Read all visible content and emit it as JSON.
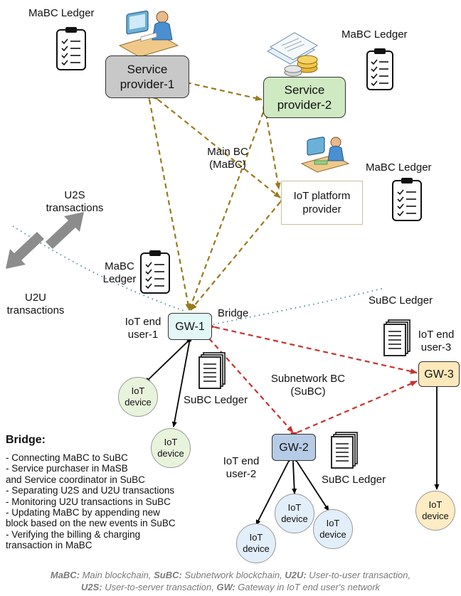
{
  "ledgers": {
    "mabc_sp1": "MaBC Ledger",
    "mabc_sp2": "MaBC Ledger",
    "mabc_iot": "MaBC Ledger",
    "mabc_gw1_line1": "MaBC",
    "mabc_gw1_line2": "Ledger",
    "subc_top": "SuBC Ledger",
    "subc_gw1": "SuBC Ledger",
    "subc_gw2": "SuBC Ledger"
  },
  "nodes": {
    "sp1_line1": "Service",
    "sp1_line2": "provider-1",
    "sp2_line1": "Service",
    "sp2_line2": "provider-2",
    "iotp_line1": "IoT platform",
    "iotp_line2": "provider",
    "gw1": "GW-1",
    "gw2": "GW-2",
    "gw3": "GW-3"
  },
  "labels": {
    "main_bc_line1": "Main BC",
    "main_bc_line2": "(MaBC)",
    "sub_bc_line1": "Subnetwork BC",
    "sub_bc_line2": "(SuBC)",
    "u2s_line1": "U2S",
    "u2s_line2": "transactions",
    "u2u_line1": "U2U",
    "u2u_line2": "transactions",
    "bridge": "Bridge",
    "user1_line1": "IoT end",
    "user1_line2": "user-1",
    "user2_line1": "IoT end",
    "user2_line2": "user-2",
    "user3_line1": "IoT end",
    "user3_line2": "user-3"
  },
  "devices": {
    "line1": "IoT",
    "line2": "device"
  },
  "bridge_panel": {
    "title": "Bridge:",
    "items": [
      "- Connecting MaBC to SuBC",
      "- Service purchaser in MaSB",
      "and Service coordinator in SuBC",
      "- Separating U2S and U2U transactions",
      "- Monitoring U2U transactions in SuBC",
      "- Updating MaBC by appending new",
      "block based on the new events in SuBC",
      "- Verifying the billing & charging",
      "transaction in MaBC"
    ]
  },
  "caption": {
    "mabc_term": "MaBC:",
    "mabc_def": " Main blockchain, ",
    "subc_term": "SuBC:",
    "subc_def": " Subnetwork  blockchain, ",
    "u2u_term": "U2U:",
    "u2u_def": " User-to-user transaction,",
    "u2s_term": "U2S:",
    "u2s_def": " User-to-server transaction, ",
    "gw_term": "GW:",
    "gw_def": " Gateway in IoT end user's network"
  },
  "colors": {
    "mabc_arrow": "#9a7a1c",
    "subc_arrow": "#c8322e",
    "device_link": "#000000",
    "dotted_boundary": "#3a7f8a",
    "transaction_arrow": "#8c8c8c"
  }
}
